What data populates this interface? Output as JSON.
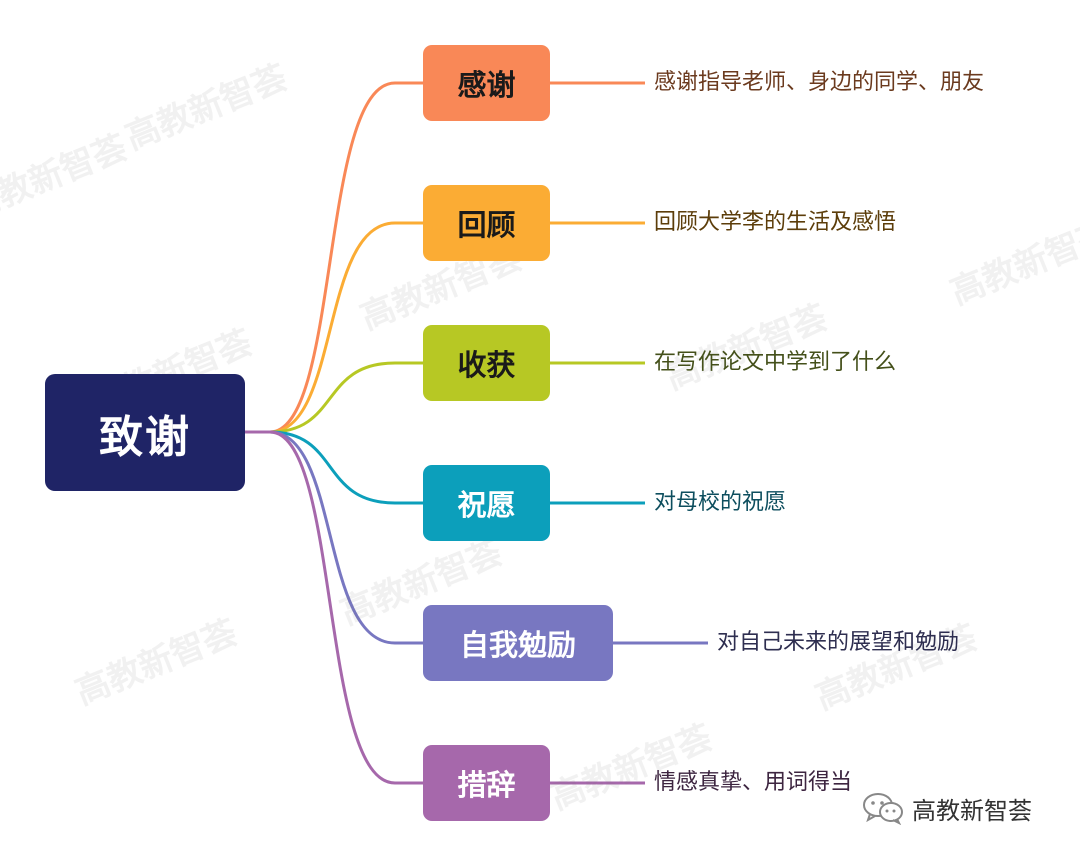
{
  "root": {
    "label": "致谢",
    "color": "#1f2466"
  },
  "branches": [
    {
      "label": "感谢",
      "desc": "感谢指导老师、身边的同学、朋友",
      "color": "#f98857",
      "text_color": "#1a1a1a",
      "desc_color": "#6b3a1e"
    },
    {
      "label": "回顾",
      "desc": "回顾大学李的生活及感悟",
      "color": "#fbac34",
      "text_color": "#1a1a1a",
      "desc_color": "#5c3d0a"
    },
    {
      "label": "收获",
      "desc": "在写作论文中学到了什么",
      "color": "#b7c824",
      "text_color": "#1a1a1a",
      "desc_color": "#44501a"
    },
    {
      "label": "祝愿",
      "desc": "对母校的祝愿",
      "color": "#0c9fbb",
      "text_color": "#ffffff",
      "desc_color": "#0d4e5e"
    },
    {
      "label": "自我勉励",
      "desc": "对自己未来的展望和勉励",
      "color": "#7877c1",
      "text_color": "#ffffff",
      "desc_color": "#2e2e50"
    },
    {
      "label": "措辞",
      "desc": "情感真挚、用词得当",
      "color": "#a668ab",
      "text_color": "#ffffff",
      "desc_color": "#3d2540"
    }
  ],
  "watermark": "高教新智荟",
  "credit": {
    "text": "高教新智荟",
    "icon": "wechat-icon"
  }
}
